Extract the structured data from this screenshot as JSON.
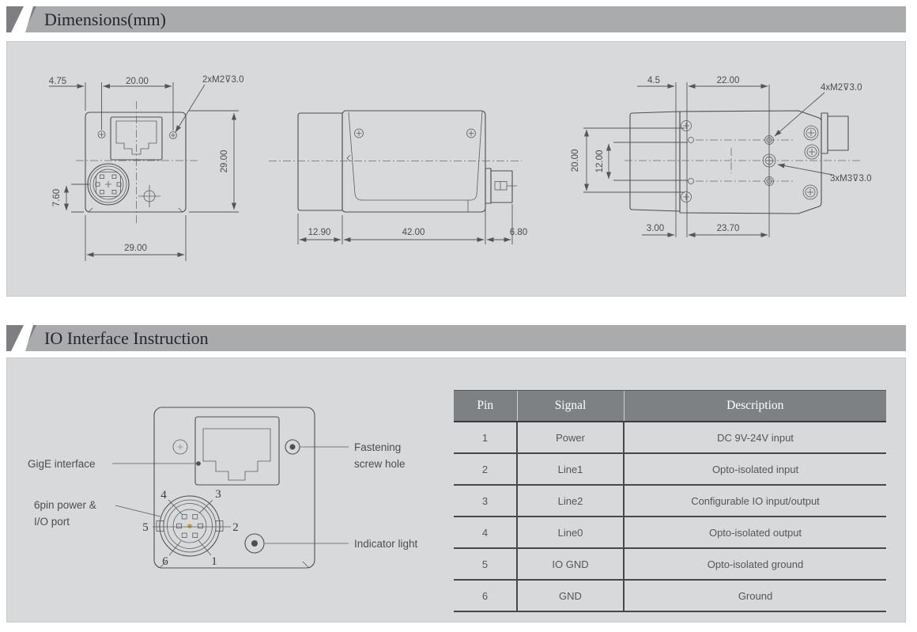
{
  "colors": {
    "header_bar": "#a9abad",
    "header_deco_dark": "#7d7f83",
    "panel_bg": "#d8d9da",
    "table_header_bg": "#7e8184",
    "line_art": "#4d4e51",
    "gold_pin_dot": "#c8a03a"
  },
  "sections": {
    "dimensions": {
      "title": "Dimensions(mm)",
      "front": {
        "dim_left": "4.75",
        "dim_top": "20.00",
        "thread_note": "2xM2⊽3.0",
        "dim_height": "29.00",
        "dim_connector": "7.60",
        "dim_width": "29.00"
      },
      "side": {
        "dim_lens": "12.90",
        "dim_body": "42.00",
        "dim_rear": "6.80"
      },
      "bottom": {
        "dim_offset": "4.5",
        "dim_top": "22.00",
        "thread_note_m2": "4xM2⊽3.0",
        "thread_note_m3": "3xM3⊽3.0",
        "dim_height": "20.00",
        "dim_inner": "12.00",
        "dim_edge": "3.00",
        "dim_holes": "23.70"
      }
    },
    "io": {
      "title": "IO Interface Instruction",
      "diagram": {
        "gige_label": "GigE interface",
        "power_label_1": "6pin power &",
        "power_label_2": "I/O port",
        "fastening_label_1": "Fastening",
        "fastening_label_2": "screw hole",
        "indicator_label": "Indicator light",
        "pin_numbers": {
          "n1": "1",
          "n2": "2",
          "n3": "3",
          "n4": "4",
          "n5": "5",
          "n6": "6"
        }
      },
      "table": {
        "headers": [
          "Pin",
          "Signal",
          "Description"
        ],
        "rows": [
          [
            "1",
            "Power",
            "DC 9V-24V input"
          ],
          [
            "2",
            "Line1",
            "Opto-isolated input"
          ],
          [
            "3",
            "Line2",
            "Configurable IO input/output"
          ],
          [
            "4",
            "Line0",
            "Opto-isolated output"
          ],
          [
            "5",
            "IO GND",
            "Opto-isolated ground"
          ],
          [
            "6",
            "GND",
            "Ground"
          ]
        ]
      }
    }
  }
}
